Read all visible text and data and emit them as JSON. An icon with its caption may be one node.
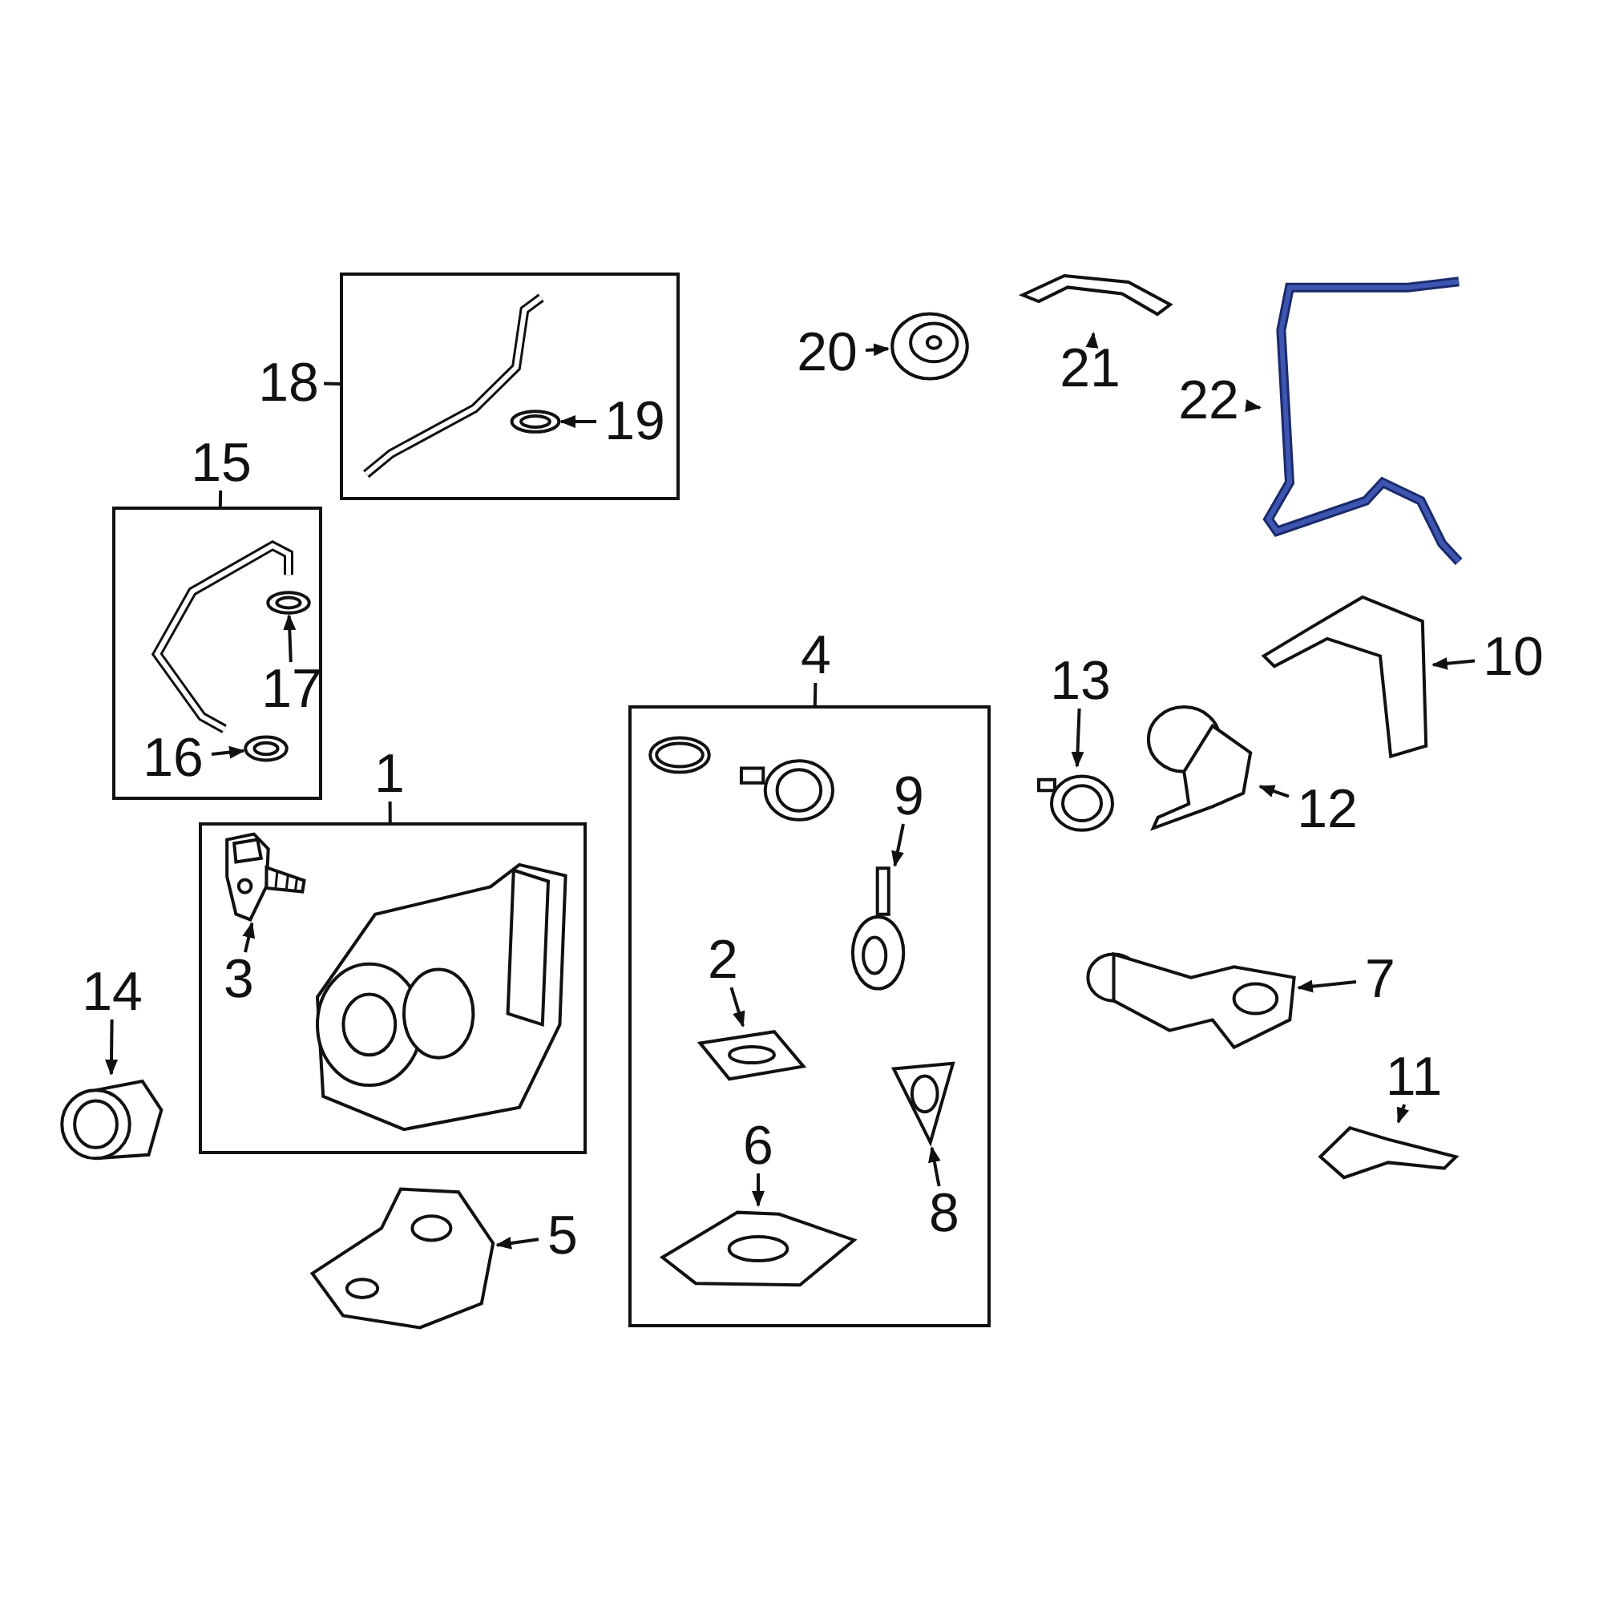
{
  "diagram": {
    "nodes": [
      {
        "text": [
          "18"
        ]
      },
      {
        "text": [],
        "shape": "box"
      },
      {
        "text": [],
        "shape": "picture",
        "in": 1
      },
      {
        "text": [
          "19"
        ],
        "in": 1
      },
      {
        "text": [],
        "shape": "picture",
        "in": 1
      },
      {
        "text": [
          "20"
        ]
      },
      {
        "text": [],
        "shape": "picture"
      },
      {
        "text": [
          "21"
        ]
      },
      {
        "text": [],
        "shape": "picture"
      },
      {
        "text": [
          "22"
        ]
      },
      {
        "text": [],
        "shape": "picture"
      },
      {
        "text": [
          "15"
        ]
      },
      {
        "text": [],
        "shape": "box"
      },
      {
        "text": [],
        "shape": "picture",
        "in": 12
      },
      {
        "text": [],
        "shape": "picture",
        "in": 12
      },
      {
        "text": [
          "17"
        ],
        "in": 12
      },
      {
        "text": [
          "16"
        ],
        "in": 12
      },
      {
        "text": [],
        "shape": "picture",
        "in": 12
      },
      {
        "text": [
          "4"
        ]
      },
      {
        "text": [],
        "shape": "box"
      },
      {
        "text": [
          "9"
        ],
        "in": 19
      },
      {
        "text": [],
        "shape": "picture",
        "in": 19
      },
      {
        "text": [
          "2"
        ],
        "in": 19
      },
      {
        "text": [],
        "shape": "picture",
        "in": 19
      },
      {
        "text": [
          "8"
        ],
        "in": 19
      },
      {
        "text": [],
        "shape": "picture",
        "in": 19
      },
      {
        "text": [
          "6"
        ],
        "in": 19
      },
      {
        "text": [],
        "shape": "picture",
        "in": 19
      },
      {
        "text": [
          "13"
        ]
      },
      {
        "text": [],
        "shape": "picture"
      },
      {
        "text": [
          "10"
        ]
      },
      {
        "text": [],
        "shape": "picture"
      },
      {
        "text": [
          "12"
        ]
      },
      {
        "text": [],
        "shape": "picture"
      },
      {
        "text": [
          "1"
        ]
      },
      {
        "text": [],
        "shape": "box"
      },
      {
        "text": [
          "3"
        ],
        "in": 35
      },
      {
        "text": [],
        "shape": "picture",
        "in": 35
      },
      {
        "text": [
          "14"
        ]
      },
      {
        "text": [],
        "shape": "picture"
      },
      {
        "text": [
          "7"
        ]
      },
      {
        "text": [],
        "shape": "picture"
      },
      {
        "text": [
          "11"
        ]
      },
      {
        "text": [],
        "shape": "picture"
      },
      {
        "text": [
          "5"
        ]
      },
      {
        "text": [],
        "shape": "picture"
      }
    ],
    "edges": [
      {
        "from": 0,
        "to": 1,
        "arrow": "none"
      },
      {
        "from": 3,
        "to": 4,
        "arrow": "to"
      },
      {
        "from": 5,
        "to": 6,
        "arrow": "to"
      },
      {
        "from": 7,
        "to": 8,
        "arrow": "to"
      },
      {
        "from": 9,
        "to": 10,
        "arrow": "to"
      },
      {
        "from": 11,
        "to": 12,
        "arrow": "none"
      },
      {
        "from": 15,
        "to": 14,
        "arrow": "to"
      },
      {
        "from": 16,
        "to": 17,
        "arrow": "to"
      },
      {
        "from": 18,
        "to": 19,
        "arrow": "none"
      },
      {
        "from": 20,
        "to": 21,
        "arrow": "to"
      },
      {
        "from": 22,
        "to": 23,
        "arrow": "to"
      },
      {
        "from": 24,
        "to": 25,
        "arrow": "to"
      },
      {
        "from": 26,
        "to": 27,
        "arrow": "to"
      },
      {
        "from": 28,
        "to": 29,
        "arrow": "to"
      },
      {
        "from": 30,
        "to": 31,
        "arrow": "to"
      },
      {
        "from": 32,
        "to": 33,
        "arrow": "to"
      },
      {
        "from": 34,
        "to": 35,
        "arrow": "none"
      },
      {
        "from": 36,
        "to": 37,
        "arrow": "to"
      },
      {
        "from": 38,
        "to": 39,
        "arrow": "to"
      },
      {
        "from": 40,
        "to": 41,
        "arrow": "to"
      },
      {
        "from": 42,
        "to": 43,
        "arrow": "to"
      },
      {
        "from": 44,
        "to": 45,
        "arrow": "to"
      }
    ]
  }
}
